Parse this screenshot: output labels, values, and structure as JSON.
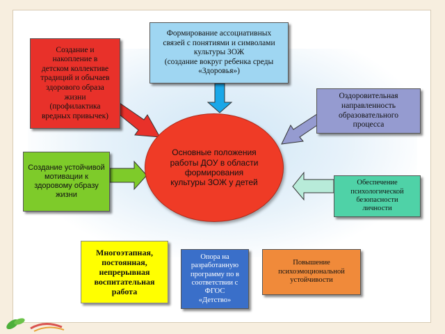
{
  "diagram": {
    "center": "Основные положения\nработы ДОУ в области\nформирования\nкультуры ЗОЖ у детей",
    "top_box": "Формирование ассоциативных\nсвязей с понятиями и символами\nкультуры ЗОЖ\n(создание вокруг ребенка среды\n«Здоровья»)",
    "left_red_box": "Создание и\nнакопление в\nдетском коллективе\nтрадиций и обычаев\nздорового образа\nжизни\n(профилактика\nвредных привычек)",
    "right_box": "Оздоровительная\nнаправленность\nобразовательного\nпроцесса",
    "left_green_box": "Создание устойчивой\nмотивации к\nздоровому образу\nжизни",
    "right_teal_box": "Обеспечение\nпсихологической\nбезопасности\nличности",
    "bottom_yellow_box": "Многоэтапная,\nпостоянная,\nнепрерывная\nвоспитательная\nработа",
    "bottom_blue_box": "Опора на\nразработанную\nпрограмму по в\nсоответствии с\nФГОС\n«Детство»",
    "bottom_orange_box": "Повышение\nпсихоэмоциональной\nустойчивости"
  },
  "colors": {
    "center": "#ef3b26",
    "top_box": "#9fd6f2",
    "left_red_box": "#e8312a",
    "right_box": "#959bd0",
    "left_green_box": "#7ecb2a",
    "right_teal_box": "#4fd2a7",
    "bottom_yellow_box": "#ffff00",
    "bottom_blue_box": "#3a6fc9",
    "bottom_orange_box": "#f08a3a"
  }
}
